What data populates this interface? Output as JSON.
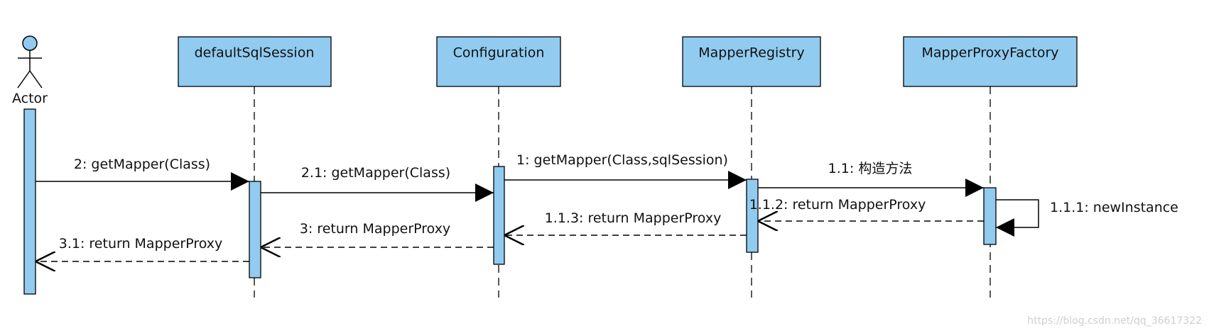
{
  "colors": {
    "box_fill": "#91CBEF",
    "stroke": "#000000",
    "text": "#111111",
    "watermark": "#cfcfcf"
  },
  "diagram": {
    "type": "sequence",
    "actor": {
      "label": "Actor"
    },
    "participants": [
      {
        "id": "defaultSqlSession",
        "label": "defaultSqlSession"
      },
      {
        "id": "Configuration",
        "label": "Configuration"
      },
      {
        "id": "MapperRegistry",
        "label": "MapperRegistry"
      },
      {
        "id": "MapperProxyFactory",
        "label": "MapperProxyFactory"
      }
    ],
    "messages": [
      {
        "id": "m2",
        "from": "Actor",
        "to": "defaultSqlSession",
        "label": "2: getMapper(Class)",
        "kind": "call"
      },
      {
        "id": "m2_1",
        "from": "defaultSqlSession",
        "to": "Configuration",
        "label": "2.1: getMapper(Class)",
        "kind": "call"
      },
      {
        "id": "m1",
        "from": "Configuration",
        "to": "MapperRegistry",
        "label": "1: getMapper(Class,sqlSession)",
        "kind": "call"
      },
      {
        "id": "m1_1",
        "from": "MapperRegistry",
        "to": "MapperProxyFactory",
        "label": "1.1: 构造方法",
        "kind": "call"
      },
      {
        "id": "m1_1_1",
        "from": "MapperProxyFactory",
        "to": "MapperProxyFactory",
        "label": "1.1.1: newInstance",
        "kind": "self"
      },
      {
        "id": "m1_1_2",
        "from": "MapperProxyFactory",
        "to": "MapperRegistry",
        "label": "1.1.2: return MapperProxy",
        "kind": "return"
      },
      {
        "id": "m1_1_3",
        "from": "MapperRegistry",
        "to": "Configuration",
        "label": "1.1.3: return MapperProxy",
        "kind": "return"
      },
      {
        "id": "m3",
        "from": "Configuration",
        "to": "defaultSqlSession",
        "label": "3: return MapperProxy",
        "kind": "return"
      },
      {
        "id": "m3_1",
        "from": "defaultSqlSession",
        "to": "Actor",
        "label": "3.1: return MapperProxy",
        "kind": "return"
      }
    ]
  },
  "watermark": "https://blog.csdn.net/qq_36617322"
}
